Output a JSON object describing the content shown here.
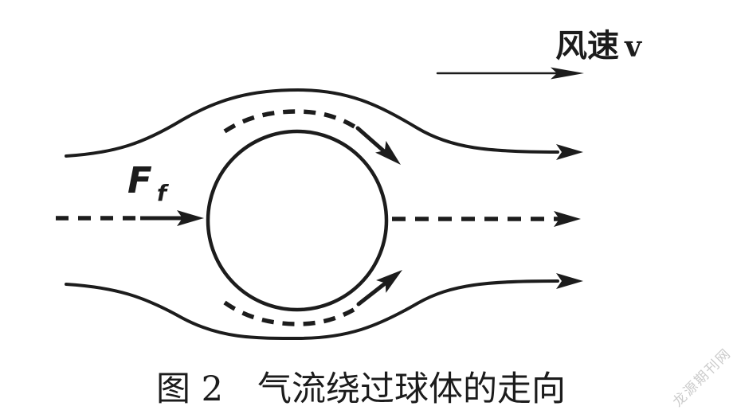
{
  "diagram": {
    "title_caption": "图 2　气流绕过球体的走向",
    "wind_label": {
      "text": "风速",
      "symbol": "v"
    },
    "force_label": {
      "symbol": "F",
      "subscript": "f"
    },
    "watermark": "龙源期刊网",
    "colors": {
      "ink": "#1c1c1c",
      "background": "#ffffff",
      "watermark": "#cbcbcb"
    }
  }
}
